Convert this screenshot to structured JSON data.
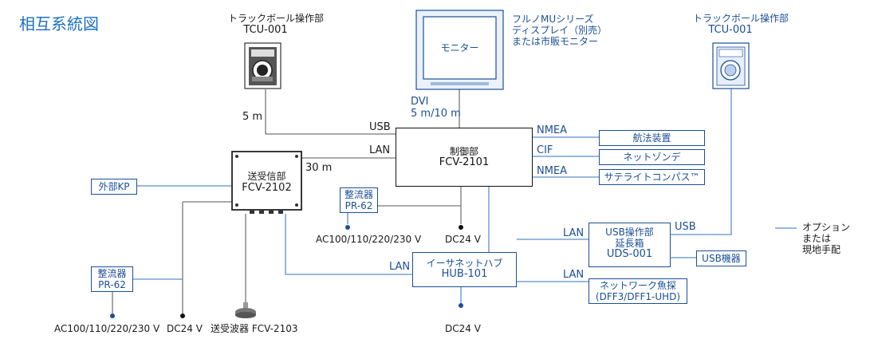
{
  "title": "相互系統図",
  "colors": {
    "accent": "#1b4f96",
    "line_blue": "#5b8fcf",
    "line_gray": "#777777",
    "title": "#1b6fc0"
  },
  "trackball_left": {
    "name": "トラックボール操作部",
    "model": "TCU-001"
  },
  "trackball_right": {
    "name": "トラックボール操作部",
    "model": "TCU-001"
  },
  "monitor": {
    "screen_label": "モニター",
    "note_line1": "フルノMUシリーズ",
    "note_line2": "ディスプレイ（別売）",
    "note_line3": "または市販モニター"
  },
  "processor": {
    "name": "制御部",
    "model": "FCV-2101"
  },
  "transceiver": {
    "name": "送受信部",
    "model": "FCV-2102"
  },
  "external_kp": "外部KP",
  "rectifier_mid": {
    "name": "整流器",
    "model": "PR-62"
  },
  "rectifier_left": {
    "name": "整流器",
    "model": "PR-62"
  },
  "hub": {
    "name": "イーサネットハブ",
    "model": "HUB-101"
  },
  "usb_ext": {
    "line1": "USB操作部",
    "line2": "延長箱",
    "model": "UDS-001"
  },
  "usb_device": "USB機器",
  "fish_finder": {
    "line1": "ネットワーク魚探",
    "line2": "(DFF3/DFF1-UHD)"
  },
  "nav_equipment": "航法装置",
  "net_sonde": "ネットゾンデ",
  "sat_compass": "サテライトコンパス™",
  "transducer": "送受波器 FCV-2103",
  "legend": {
    "line1": "オプション",
    "line2": "または",
    "line3": "現地手配"
  },
  "conn": {
    "dvi": "DVI",
    "dvi_len": "5 m/10 m",
    "usb_main": "USB",
    "lan_main": "LAN",
    "len_5m": "5 m",
    "len_30m": "30 m",
    "nmea1": "NMEA",
    "cif": "CIF",
    "nmea2": "NMEA",
    "usb_right": "USB",
    "lan_usbext": "LAN",
    "lan_hub": "LAN",
    "lan_fish": "LAN"
  },
  "power": {
    "ac_mid": "AC100/110/220/230 V",
    "dc_mid": "DC24 V",
    "ac_left": "AC100/110/220/230 V",
    "dc_left": "DC24 V",
    "dc_hub": "DC24 V"
  }
}
